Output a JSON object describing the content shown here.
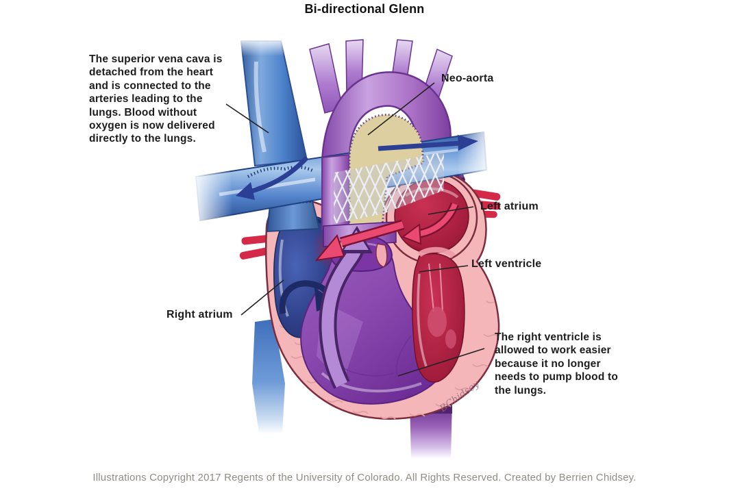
{
  "title": "Bi-directional Glenn",
  "annotations": {
    "svc_note": "The superior vena cava is detached from the heart and is connected to the arteries leading to the lungs. Blood without oxygen is now delivered directly to the lungs.",
    "neo_aorta": "Neo-aorta",
    "left_atrium": "Left atrium",
    "left_ventricle": "Left ventricle",
    "right_atrium": "Right atrium",
    "rv_note": "The right ventricle is allowed to work easier because it no longer needs to pump blood to the lungs."
  },
  "footer": "Illustrations Copyright 2017 Regents of the University of Colorado.  All Rights Reserved. Created by Berrien Chidsey.",
  "signature": "BChidsey",
  "colors": {
    "vein_blue": "#4a7fc8",
    "neo_aorta_purple": "#a96fc4",
    "oxygenated_red": "#b22443",
    "graft_tan": "#ddcfa0",
    "heart_wall_pink": "#f4b6b8",
    "arrow_navy": "#22306e",
    "arrow_pink": "#ea4a72",
    "arrow_lilac": "#b48ad6",
    "label_black": "#1c1c1c",
    "footer_gray": "#8f8b85"
  }
}
